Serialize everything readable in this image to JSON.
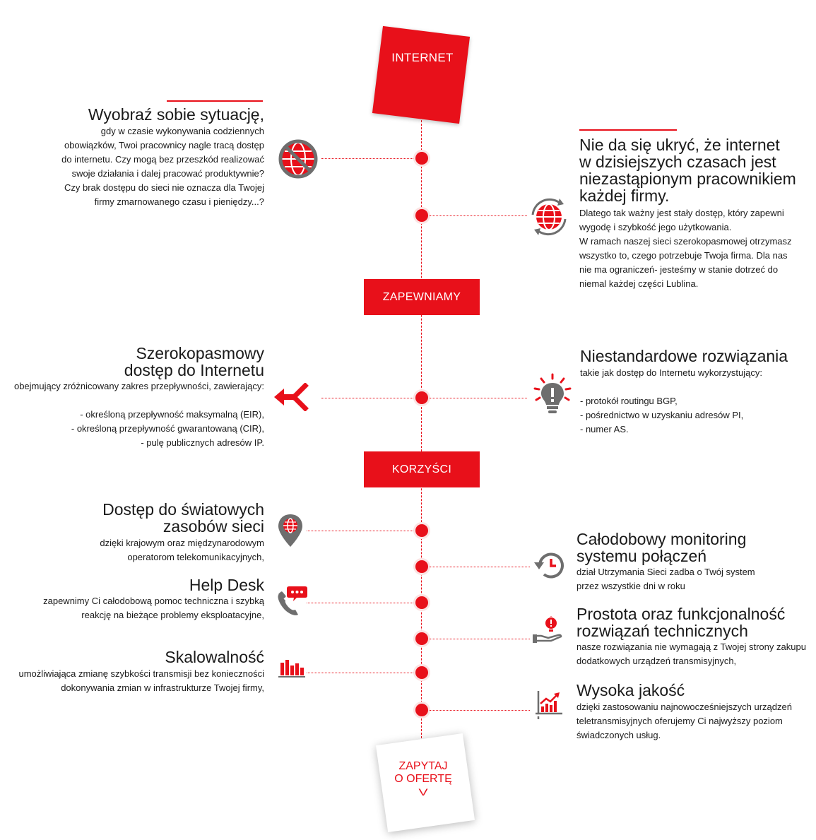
{
  "top_box": {
    "label": "INTERNET"
  },
  "intro_left": {
    "title": "Wyobraź sobie sytuację,",
    "lines": [
      "gdy w czasie wykonywania codziennych",
      "obowiązków, Twoi pracownicy nagle tracą dostęp",
      "do internetu. Czy mogą bez przeszkód realizować",
      "swoje działania i dalej pracować produktywnie?",
      "Czy brak dostępu do sieci nie oznacza dla Twojej",
      "firmy zmarnowanego czasu i pieniędzy...?"
    ]
  },
  "intro_right": {
    "title_lines": [
      "Nie da się ukryć, że internet",
      "w dzisiejszych czasach jest",
      "niezastąpionym pracownikiem",
      "każdej firmy."
    ],
    "lines": [
      "Dlatego tak ważny jest stały dostęp, który zapewni",
      "wygodę i szybkość jego użytkowania.",
      "W ramach naszej sieci szerokopasmowej otrzymasz",
      "wszystko to, czego potrzebuje Twoja firma. Dla nas",
      "nie ma ograniczeń- jesteśmy w stanie dotrzeć do",
      "niemal każdej części Lublina."
    ]
  },
  "section_zapewniamy": {
    "label": "ZAPEWNIAMY"
  },
  "broadband": {
    "title_lines": [
      "Szerokopasmowy",
      "dostęp do Internetu"
    ],
    "lines": [
      "obejmujący zróżnicowany zakres przepływności, zawierający:",
      "",
      "- określoną przepływność maksymalną (EIR),",
      "- określoną przepływność gwarantowaną (CIR),",
      "- pulę publicznych adresów IP."
    ]
  },
  "custom": {
    "title": "Niestandardowe rozwiązania",
    "lines": [
      "takie jak dostęp do Internetu wykorzystujący:",
      "",
      "- protokół routingu BGP,",
      "- pośrednictwo w uzyskaniu adresów PI,",
      "- numer AS."
    ]
  },
  "section_korzysci": {
    "label": "KORZYŚCI"
  },
  "global": {
    "title_lines": [
      "Dostęp do światowych",
      "zasobów sieci"
    ],
    "lines": [
      "dzięki krajowym oraz międzynarodowym",
      "operatorom telekomunikacyjnych,"
    ]
  },
  "monitoring": {
    "title_lines": [
      "Całodobowy monitoring",
      "systemu połączeń"
    ],
    "lines": [
      "dział Utrzymania Sieci zadba o Twój system",
      "przez wszystkie dni w roku"
    ]
  },
  "helpdesk": {
    "title": "Help Desk",
    "lines": [
      "zapewnimy Ci całodobową pomoc techniczna i szybką",
      "reakcję na bieżące problemy eksploatacyjne,"
    ]
  },
  "simplicity": {
    "title_lines": [
      "Prostota oraz funkcjonalność",
      "rozwiązań technicznych"
    ],
    "lines": [
      "nasze rozwiązania nie wymagają z Twojej strony zakupu",
      "dodatkowych urządzeń transmisyjnych,"
    ]
  },
  "scalability": {
    "title": "Skalowalność",
    "lines": [
      "umożliwiająca zmianę szybkości transmisji bez konieczności",
      "dokonywania zmian w infrastrukturze Twojej firmy,"
    ]
  },
  "quality": {
    "title": "Wysoka jakość",
    "lines": [
      "dzięki zastosowaniu najnowocześniejszych urządzeń",
      "teletransmisyjnych oferujemy Ci najwyższy poziom",
      "świadczonych usług."
    ]
  },
  "cta": {
    "line1": "ZAPYTAJ",
    "line2": "O OFERTĘ",
    "arrow": "V"
  },
  "colors": {
    "accent": "#e8101a",
    "icon_gray": "#6e6e6e"
  },
  "icons": {
    "no_internet": "no-internet-globe-icon",
    "globe_refresh": "globe-refresh-icon",
    "arrow_split": "arrow-split-icon",
    "lightbulb_alert": "lightbulb-alert-icon",
    "map_pin": "map-pin-globe-icon",
    "clock_history": "clock-history-icon",
    "phone_chat": "phone-chat-icon",
    "hand_idea": "hand-idea-icon",
    "bar_chart": "bar-chart-icon",
    "growth_chart": "growth-chart-icon"
  }
}
